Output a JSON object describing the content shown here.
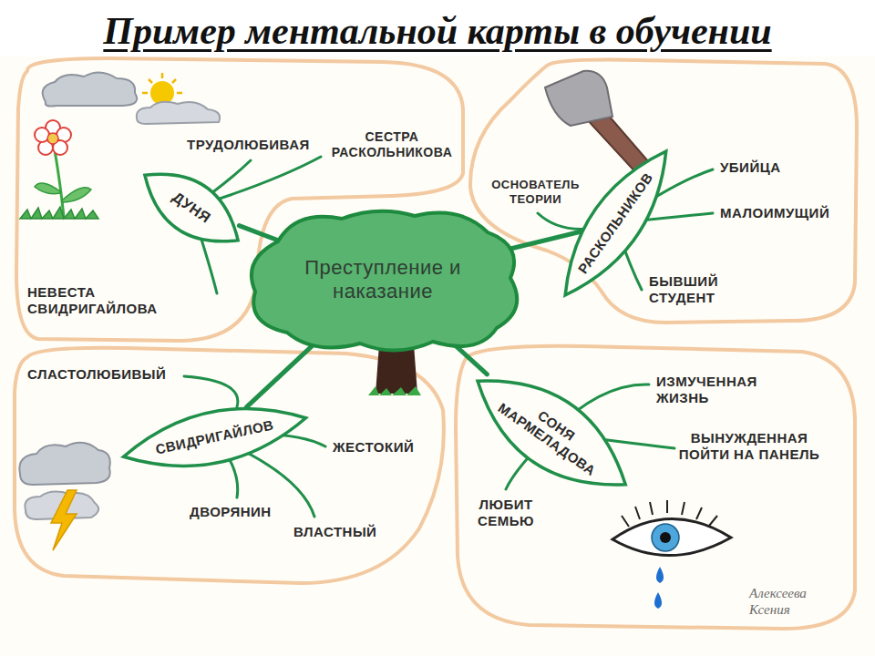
{
  "diagram": {
    "title": "Пример ментальной карты в обучении",
    "nodes": [
      {
        "text": [
          "Преступление и наказание"
        ]
      },
      {
        "text": [
          "ДУНЯ"
        ]
      },
      {
        "text": [
          "РАСКОЛЬНИКОВ"
        ]
      },
      {
        "text": [
          "СВИДРИГАЙЛОВ"
        ]
      },
      {
        "text": [
          "СОНЯ МАРМЕЛАДОВА"
        ]
      }
    ],
    "edges": [
      {
        "from": 0,
        "to": 1,
        "arrow": "none"
      },
      {
        "from": 0,
        "to": 2,
        "arrow": "none"
      },
      {
        "from": 0,
        "to": 3,
        "arrow": "none"
      },
      {
        "from": 0,
        "to": 4,
        "arrow": "none"
      }
    ],
    "labels": [
      "ТРУДОЛЮБИВАЯ",
      "СЕСТРА РАСКОЛЬНИКОВА",
      "ОСНОВАТЕЛЬ ТЕОРИИ",
      "УБИЙЦА",
      "МАЛОИМУЩИЙ",
      "НЕВЕСТА СВИДРИГАЙЛОВА",
      "БЫВШИЙ СТУДЕНТ",
      "СЛАСТОЛЮБИВЫЙ",
      "ИЗМУЧЕННАЯ ЖИЗНЬ",
      "ЖЕСТОКИЙ",
      "ВЫНУЖДЕННАЯ ПОЙТИ НА ПАНЕЛЬ",
      "ДВОРЯНИН",
      "ЛЮБИТ СЕМЬЮ",
      "ВЛАСТНЫЙ",
      "Алексеева Ксения"
    ]
  }
}
